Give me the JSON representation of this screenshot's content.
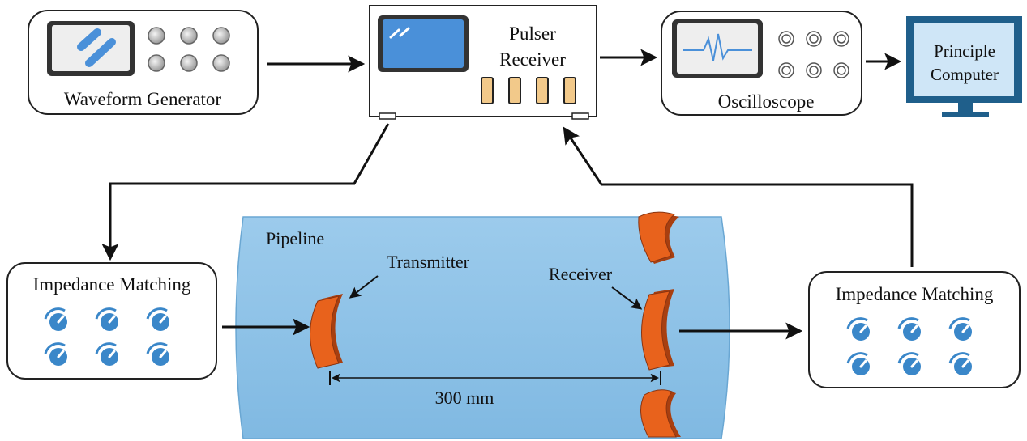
{
  "devices": {
    "waveform_generator": {
      "label": "Waveform Generator"
    },
    "pulser_receiver": {
      "label_line1": "Pulser",
      "label_line2": "Receiver"
    },
    "oscilloscope": {
      "label": "Oscilloscope"
    },
    "computer": {
      "label_line1": "Principle",
      "label_line2": "Computer"
    },
    "impedance_left": {
      "label": "Impedance Matching"
    },
    "impedance_right": {
      "label": "Impedance Matching"
    }
  },
  "pipeline": {
    "label": "Pipeline",
    "transmitter_label": "Transmitter",
    "receiver_label": "Receiver",
    "distance_label": "300 mm"
  },
  "colors": {
    "pipe_fill": "#8ec3e8",
    "transducer": "#e8621c",
    "knob": "#3a87c9",
    "screen_blue": "#4a90d9",
    "monitor_dark": "#1f5f8b",
    "monitor_screen": "#cfe6f7",
    "line": "#111111"
  }
}
